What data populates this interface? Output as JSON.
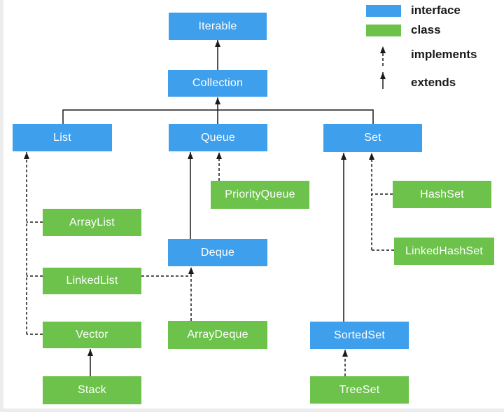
{
  "colors": {
    "interface": "#3E9FEC",
    "class": "#6CC24A",
    "line": "#1a1a1a",
    "page_edge": "#ececec"
  },
  "legend": {
    "interface_label": "interface",
    "class_label": "class",
    "implements_label": "implements",
    "extends_label": "extends"
  },
  "nodes": [
    {
      "label": "Iterable",
      "type": "interface"
    },
    {
      "label": "Collection",
      "type": "interface"
    },
    {
      "label": "List",
      "type": "interface"
    },
    {
      "label": "Queue",
      "type": "interface"
    },
    {
      "label": "Set",
      "type": "interface"
    },
    {
      "label": "PriorityQueue",
      "type": "class"
    },
    {
      "label": "HashSet",
      "type": "class"
    },
    {
      "label": "ArrayList",
      "type": "class"
    },
    {
      "label": "LinkedHashSet",
      "type": "class"
    },
    {
      "label": "Deque",
      "type": "interface"
    },
    {
      "label": "LinkedList",
      "type": "class"
    },
    {
      "label": "Vector",
      "type": "class"
    },
    {
      "label": "ArrayDeque",
      "type": "class"
    },
    {
      "label": "SortedSet",
      "type": "interface"
    },
    {
      "label": "Stack",
      "type": "class"
    },
    {
      "label": "TreeSet",
      "type": "class"
    }
  ],
  "edges": [
    {
      "from": "Collection",
      "to": "Iterable",
      "relation": "extends"
    },
    {
      "from": "List",
      "to": "Collection",
      "relation": "extends"
    },
    {
      "from": "Queue",
      "to": "Collection",
      "relation": "extends"
    },
    {
      "from": "Set",
      "to": "Collection",
      "relation": "extends"
    },
    {
      "from": "Deque",
      "to": "Queue",
      "relation": "extends"
    },
    {
      "from": "SortedSet",
      "to": "Set",
      "relation": "extends"
    },
    {
      "from": "Stack",
      "to": "Vector",
      "relation": "extends"
    },
    {
      "from": "ArrayList",
      "to": "List",
      "relation": "implements"
    },
    {
      "from": "LinkedList",
      "to": "List",
      "relation": "implements"
    },
    {
      "from": "Vector",
      "to": "List",
      "relation": "implements"
    },
    {
      "from": "PriorityQueue",
      "to": "Queue",
      "relation": "implements"
    },
    {
      "from": "LinkedList",
      "to": "Deque",
      "relation": "implements"
    },
    {
      "from": "ArrayDeque",
      "to": "Deque",
      "relation": "implements"
    },
    {
      "from": "HashSet",
      "to": "Set",
      "relation": "implements"
    },
    {
      "from": "LinkedHashSet",
      "to": "Set",
      "relation": "implements"
    },
    {
      "from": "TreeSet",
      "to": "SortedSet",
      "relation": "implements"
    }
  ]
}
